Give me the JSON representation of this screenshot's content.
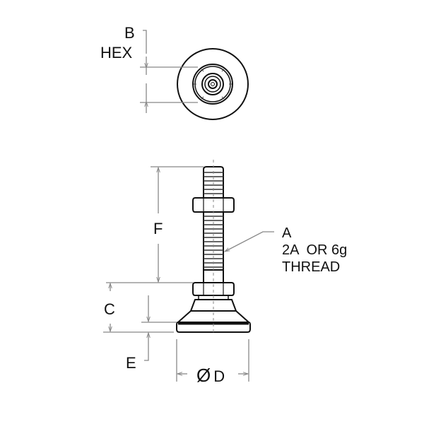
{
  "drawing": {
    "title": "Leveling foot with threaded stud and hex nut",
    "views": [
      "top-view",
      "side-view"
    ],
    "line_color": "#111111",
    "dimension_line_color": "#888888"
  },
  "labels": {
    "b": "B",
    "hex": "HEX",
    "f": "F",
    "c": "C",
    "e": "E",
    "d_symbol": "Ø",
    "d": "D",
    "thread_a": "A",
    "thread_spec": "2A  OR 6g",
    "thread_word": "THREAD"
  }
}
